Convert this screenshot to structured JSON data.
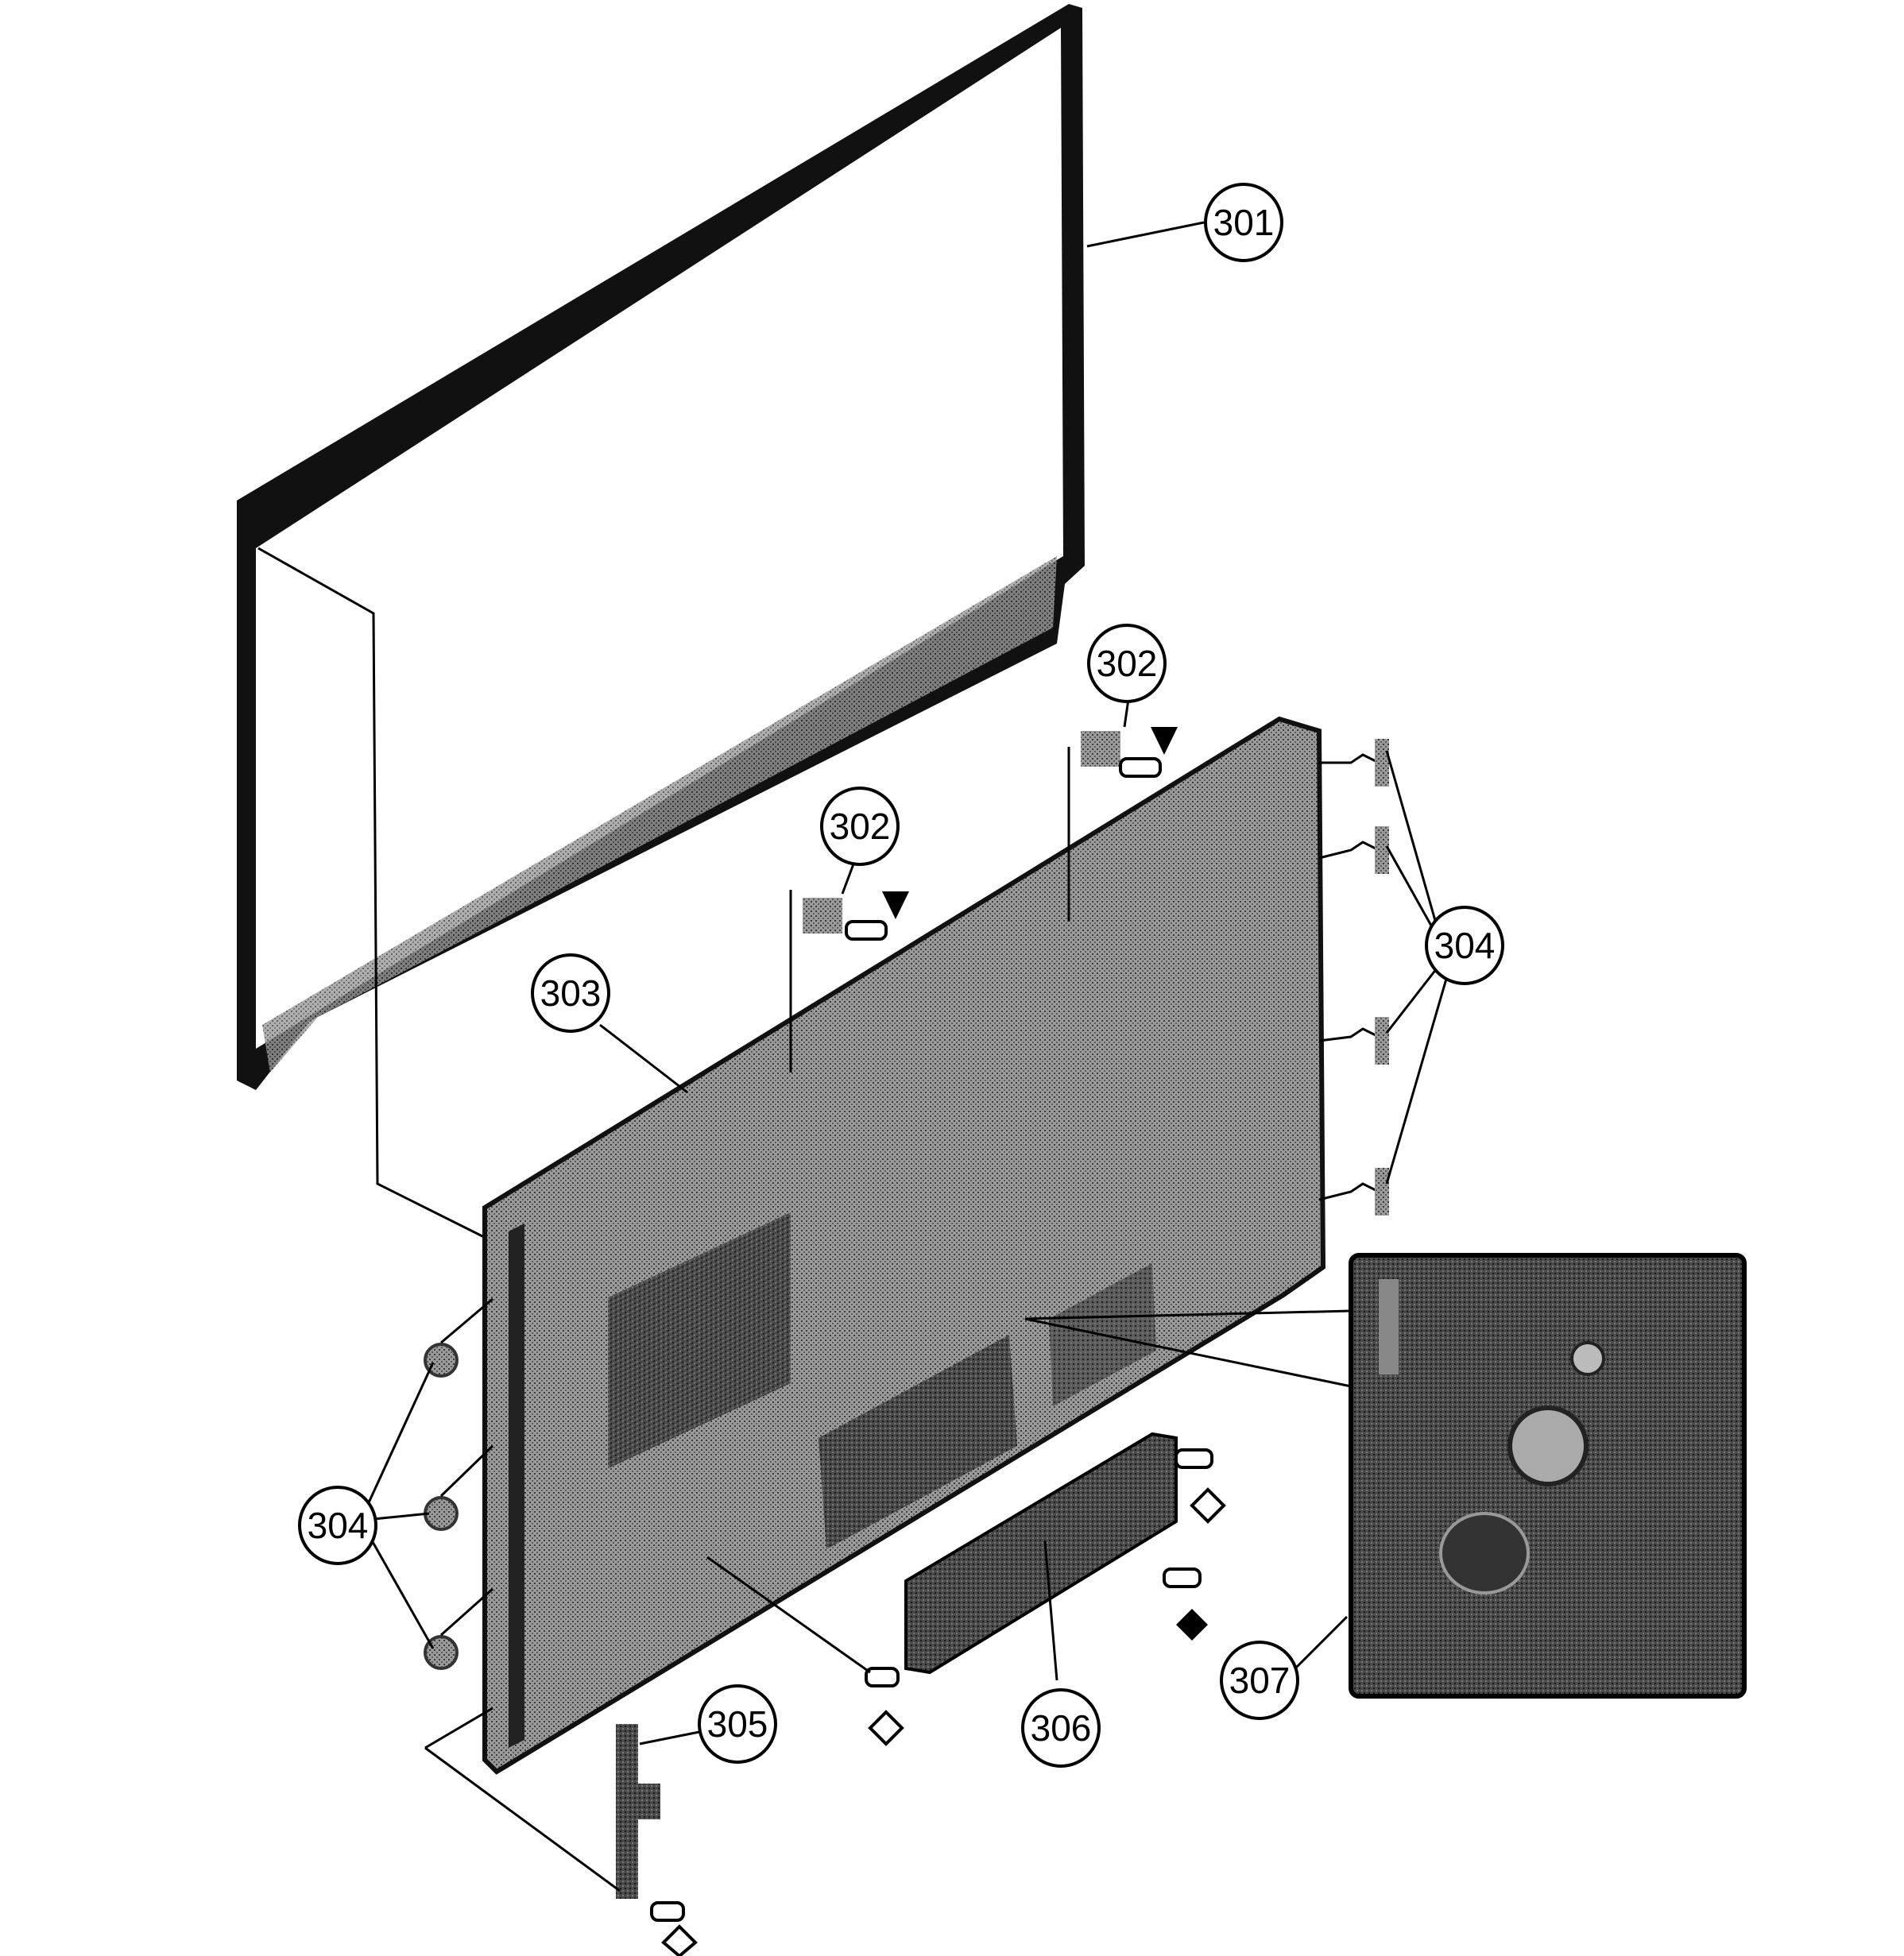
{
  "callouts": {
    "c301": "301",
    "c302a": "302",
    "c302b": "302",
    "c303": "303",
    "c304a": "304",
    "c304b": "304",
    "c305": "305",
    "c306": "306",
    "c307": "307"
  },
  "colors": {
    "line": "#000000",
    "panel_shade": "#8a8a8a",
    "detail_dark": "#2a2a2a",
    "background": "#ffffff"
  },
  "icons": {
    "marker_open": "hollow-diamond-icon",
    "marker_solid": "filled-diamond-icon",
    "marker_triangle": "triangle-down-icon"
  }
}
